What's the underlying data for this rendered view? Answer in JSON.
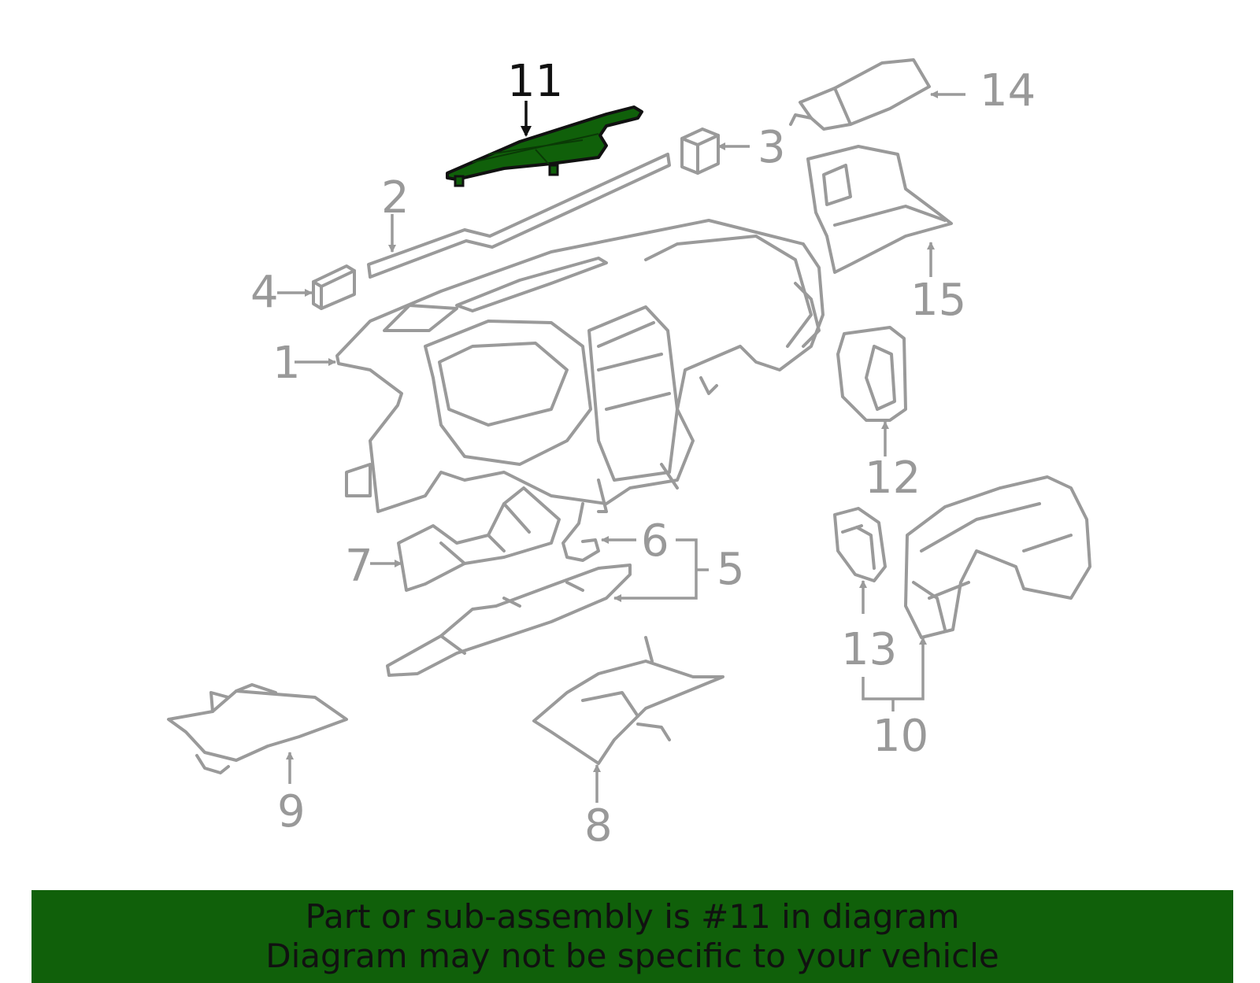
{
  "diagram": {
    "highlight_color": "#10600a",
    "line_color": "#9a9a9a",
    "callouts": [
      {
        "id": "1",
        "label": "1"
      },
      {
        "id": "2",
        "label": "2"
      },
      {
        "id": "3",
        "label": "3"
      },
      {
        "id": "4",
        "label": "4"
      },
      {
        "id": "5",
        "label": "5"
      },
      {
        "id": "6",
        "label": "6"
      },
      {
        "id": "7",
        "label": "7"
      },
      {
        "id": "8",
        "label": "8"
      },
      {
        "id": "9",
        "label": "9"
      },
      {
        "id": "10",
        "label": "10"
      },
      {
        "id": "11",
        "label": "11",
        "highlighted": true
      },
      {
        "id": "12",
        "label": "12"
      },
      {
        "id": "13",
        "label": "13"
      },
      {
        "id": "14",
        "label": "14"
      },
      {
        "id": "15",
        "label": "15"
      }
    ]
  },
  "banner": {
    "line1": "Part or sub-assembly is #11 in diagram",
    "line2": "Diagram may not be specific to your vehicle",
    "background": "#10600a"
  }
}
